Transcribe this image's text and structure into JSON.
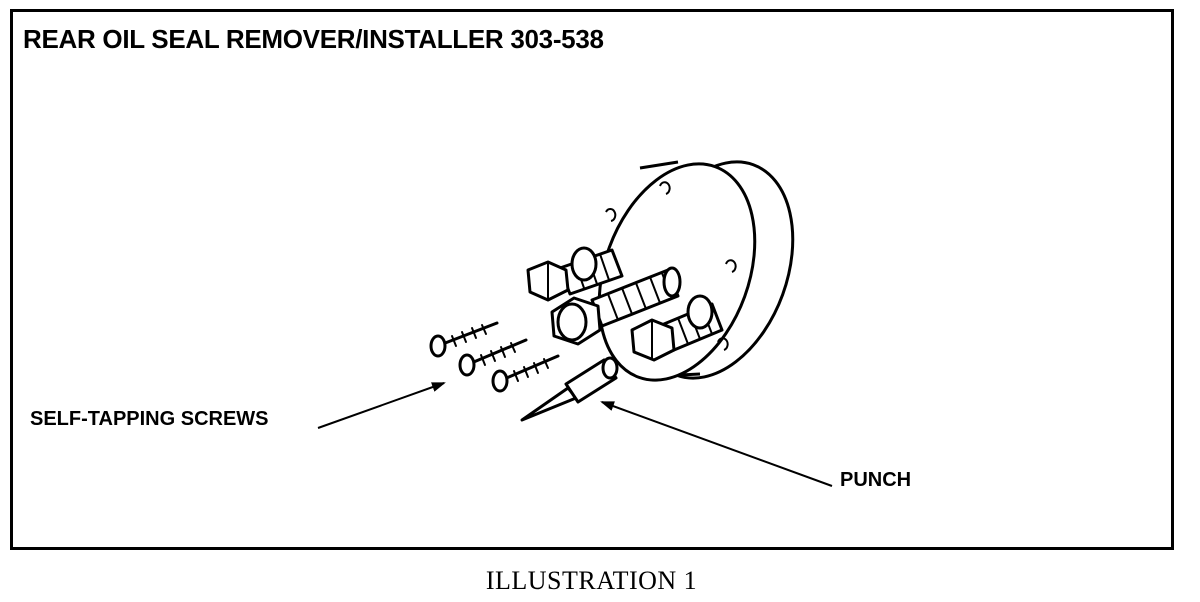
{
  "diagram": {
    "title": "REAR OIL SEAL REMOVER/INSTALLER 303-538",
    "labels": {
      "screws": "SELF-TAPPING SCREWS",
      "punch": "PUNCH"
    },
    "caption": "ILLUSTRATION 1"
  }
}
